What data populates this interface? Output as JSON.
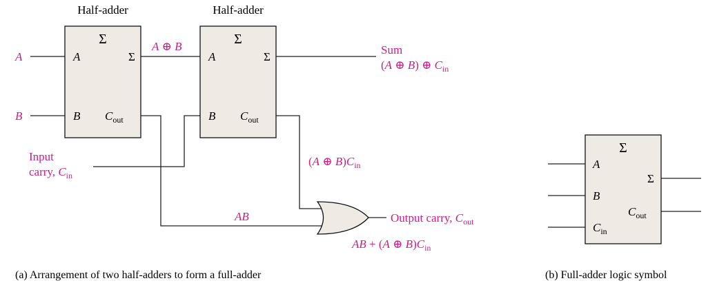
{
  "half_adder_1": {
    "title": "Half-adder",
    "symbol": "Σ",
    "in_a": "A",
    "in_b": "B",
    "out_sum": "Σ",
    "out_carry": "C",
    "out_carry_sub": "out"
  },
  "half_adder_2": {
    "title": "Half-adder",
    "symbol": "Σ",
    "in_a": "A",
    "in_b": "B",
    "out_sum": "Σ",
    "out_carry": "C",
    "out_carry_sub": "out"
  },
  "signals": {
    "input_a": "A",
    "input_b": "B",
    "a_xor_b": {
      "a": "A",
      "op": " ⊕ ",
      "b": "B"
    },
    "input_carry_line1": "Input",
    "input_carry_line2": "carry, ",
    "input_carry_var": "C",
    "input_carry_sub": "in",
    "sum_label": "Sum",
    "sum_expr": {
      "open": "(",
      "a": "A",
      "op": " ⊕ ",
      "b": "B",
      "close": ") ⊕ ",
      "c": "C",
      "c_sub": "in"
    },
    "xor_carry": {
      "open": "(",
      "a": "A",
      "op": " ⊕ ",
      "b": "B",
      "close": ")",
      "c": "C",
      "c_sub": "in"
    },
    "ab": "AB",
    "output_carry_label": "Output carry, ",
    "output_carry_var": "C",
    "output_carry_sub": "out",
    "output_carry_expr": {
      "ab": "AB",
      "plus": " + (",
      "a": "A",
      "op": " ⊕ ",
      "b": "B",
      "close": ")",
      "c": "C",
      "c_sub": "in"
    }
  },
  "full_adder_symbol": {
    "symbol": "Σ",
    "in_a": "A",
    "in_b": "B",
    "in_c": "C",
    "in_c_sub": "in",
    "out_sum": "Σ",
    "out_carry": "C",
    "out_carry_sub": "out"
  },
  "captions": {
    "a": "(a) Arrangement of two half-adders to form a full-adder",
    "b": "(b) Full-adder logic symbol"
  }
}
